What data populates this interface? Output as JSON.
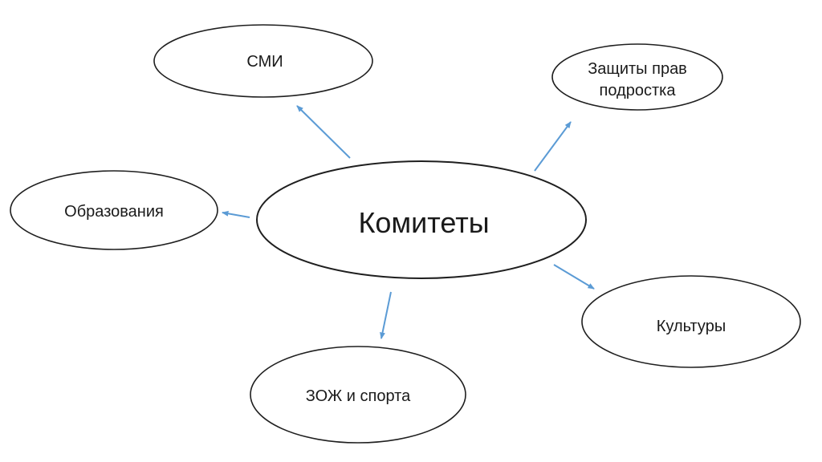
{
  "diagram": {
    "center": {
      "label": "Комитеты"
    },
    "nodes": [
      {
        "id": "smi",
        "label": "СМИ"
      },
      {
        "id": "zashchity-prav-podrostka",
        "label": "Защиты прав подростка",
        "line1": "Защиты прав",
        "line2": "подростка"
      },
      {
        "id": "obrazovaniya",
        "label": "Образования"
      },
      {
        "id": "kultury",
        "label": "Культуры"
      },
      {
        "id": "zozh-i-sporta",
        "label": "ЗОЖ и спорта"
      }
    ],
    "colors": {
      "arrow": "#5B9BD5",
      "shape_outline": "#1f1f1f",
      "shape_fill": "#ffffff",
      "text": "#1a1a1a",
      "background": "#ffffff"
    }
  }
}
